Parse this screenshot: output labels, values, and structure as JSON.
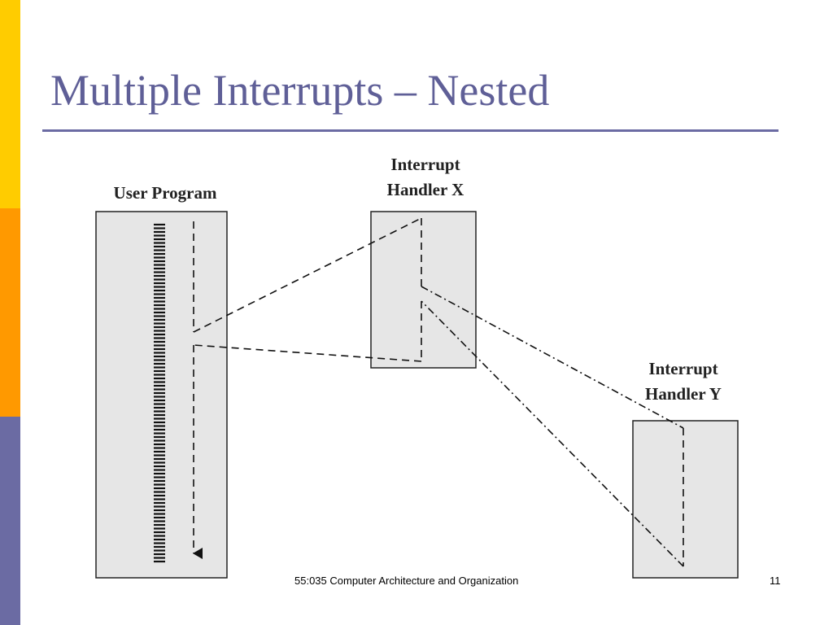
{
  "theme": {
    "accent_bars": [
      "#ffcc00",
      "#ff9900",
      "#6b6ba3"
    ],
    "title_color": "#5f5f97",
    "box_fill": "#e6e6e6"
  },
  "slide": {
    "title": "Multiple Interrupts – Nested"
  },
  "diagram": {
    "user_program_label": "User Program",
    "handler_x_label": [
      "Interrupt",
      "Handler X"
    ],
    "handler_y_label": [
      "Interrupt",
      "Handler Y"
    ]
  },
  "footer": {
    "course": "55:035 Computer Architecture and Organization",
    "page_number": "11"
  }
}
